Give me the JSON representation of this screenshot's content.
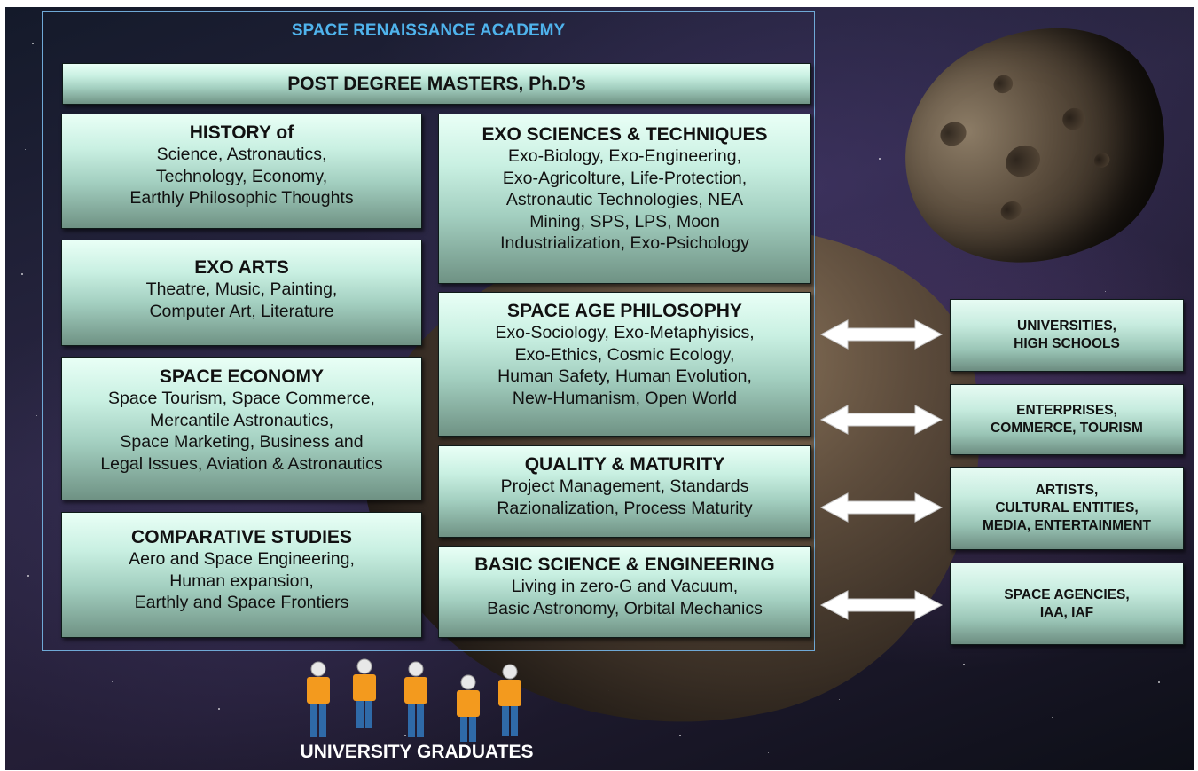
{
  "academy_title": "SPACE RENAISSANCE ACADEMY",
  "post_degree": "POST DEGREE MASTERS, Ph.D’s",
  "left_boxes": [
    {
      "title": "HISTORY of",
      "body": "Science, Astronautics,\nTechnology, Economy,\nEarthly Philosophic Thoughts"
    },
    {
      "title": "EXO ARTS",
      "body": "Theatre, Music, Painting,\nComputer Art, Literature"
    },
    {
      "title": "SPACE ECONOMY",
      "body": "Space Tourism, Space Commerce,\nMercantile Astronautics,\nSpace Marketing, Business and\nLegal Issues, Aviation & Astronautics"
    },
    {
      "title": "COMPARATIVE STUDIES",
      "body": "Aero and Space Engineering,\nHuman expansion,\nEarthly and Space Frontiers"
    }
  ],
  "right_boxes": [
    {
      "title": "EXO SCIENCES & TECHNIQUES",
      "body": "Exo-Biology, Exo-Engineering,\nExo-Agricolture, Life-Protection,\nAstronautic Technologies, NEA\nMining, SPS, LPS, Moon\nIndustrialization, Exo-Psichology"
    },
    {
      "title": "SPACE AGE PHILOSOPHY",
      "body": "Exo-Sociology, Exo-Metaphyisics,\nExo-Ethics, Cosmic Ecology,\nHuman Safety, Human Evolution,\nNew-Humanism, Open World"
    },
    {
      "title": "QUALITY & MATURITY",
      "body": "Project Management, Standards\nRazionalization, Process Maturity"
    },
    {
      "title": "BASIC SCIENCE & ENGINEERING",
      "body": "Living in zero-G and Vacuum,\nBasic Astronomy, Orbital Mechanics"
    }
  ],
  "partners": [
    "UNIVERSITIES,\nHIGH SCHOOLS",
    "ENTERPRISES,\nCOMMERCE, TOURISM",
    "ARTISTS,\nCULTURAL ENTITIES,\nMEDIA, ENTERTAINMENT",
    "SPACE AGENCIES,\nIAA, IAF"
  ],
  "graduates_label": "UNIVERSITY GRADUATES",
  "colors": {
    "title_blue": "#4fb3ec",
    "box_top": "#e9fff6",
    "box_bottom": "#6f9284",
    "person_shirt": "#f39a1e",
    "person_pants": "#2f6aa8"
  }
}
